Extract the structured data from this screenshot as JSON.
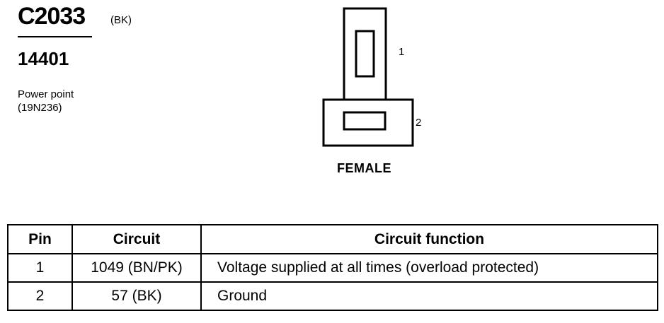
{
  "connector": {
    "id": "C2033",
    "color": "(BK)",
    "part_number": "14401",
    "description_line1": "Power point",
    "description_line2": "(19N236)"
  },
  "diagram": {
    "pin_labels": [
      "1",
      "2"
    ],
    "gender_label": "FEMALE"
  },
  "table": {
    "headers": [
      "Pin",
      "Circuit",
      "Circuit function"
    ],
    "rows": [
      {
        "pin": "1",
        "circuit": "1049 (BN/PK)",
        "function": "Voltage supplied at all times (overload protected)"
      },
      {
        "pin": "2",
        "circuit": "57 (BK)",
        "function": "Ground"
      }
    ]
  }
}
